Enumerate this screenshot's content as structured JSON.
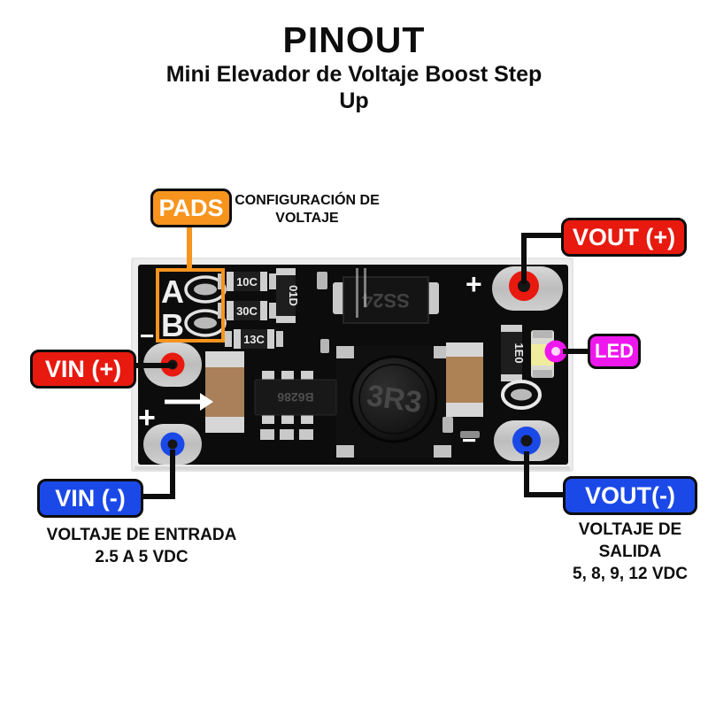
{
  "header": {
    "title": "PINOUT",
    "subtitle_line1": "Mini Elevador de Voltaje Boost Step",
    "subtitle_line2": "Up"
  },
  "colors": {
    "red": "#e8190f",
    "blue": "#1b49e8",
    "orange": "#f7941e",
    "magenta": "#ee18ee",
    "connector": "#0d0d0d"
  },
  "callouts": {
    "pads": {
      "text": "PADS",
      "description": "CONFIGURACIÓN DE VOLTAJE"
    },
    "vout_pos": {
      "text": "VOUT (+)"
    },
    "led": {
      "text": "LED"
    },
    "vin_pos": {
      "text": "VIN (+)"
    },
    "vin_neg": {
      "text": "VIN (-)",
      "caption_line1": "VOLTAJE DE ENTRADA",
      "caption_line2": "2.5 A 5 VDC"
    },
    "vout_neg": {
      "text": "VOUT(-)",
      "caption_line1": "VOLTAJE DE SALIDA",
      "caption_line2": "5, 8, 9, 12 VDC"
    }
  },
  "board": {
    "pad_a": "A",
    "pad_b": "B",
    "components": {
      "res_10c": "10C",
      "res_30c": "30C",
      "res_13c": "13C",
      "res_01d": "01D",
      "res_1e0": "1E0",
      "diode": "SS24",
      "inductor": "3R3",
      "ic": "B6286"
    },
    "silkscreen": {
      "minus_top_left": "−",
      "plus_bottom_left": "+",
      "plus_top_right": "+",
      "minus_bottom_right": "−"
    }
  }
}
